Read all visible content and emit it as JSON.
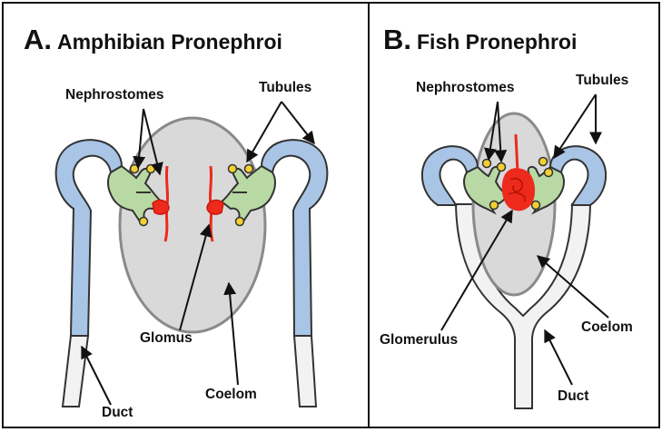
{
  "panel_a": {
    "letter": "A.",
    "title": "Amphibian Pronephroi",
    "labels": {
      "nephrostomes": "Nephrostomes",
      "tubules": "Tubules",
      "glomus": "Glomus",
      "duct": "Duct",
      "coelom": "Coelom"
    }
  },
  "panel_b": {
    "letter": "B.",
    "title": "Fish Pronephroi",
    "labels": {
      "nephrostomes": "Nephrostomes",
      "tubules": "Tubules",
      "glomerulus": "Glomerulus",
      "coelom": "Coelom",
      "duct": "Duct"
    }
  },
  "colors": {
    "coelom_fill": "#d9d9d9",
    "coelom_stroke": "#8a8a8a",
    "tubule_blue": "#a9c5e6",
    "nephron_green": "#b8d9a3",
    "nephrostome_yellow": "#f2cf33",
    "glomus_red": "#ee2a1c",
    "duct_white": "#f2f2f2",
    "outline": "#333333"
  }
}
